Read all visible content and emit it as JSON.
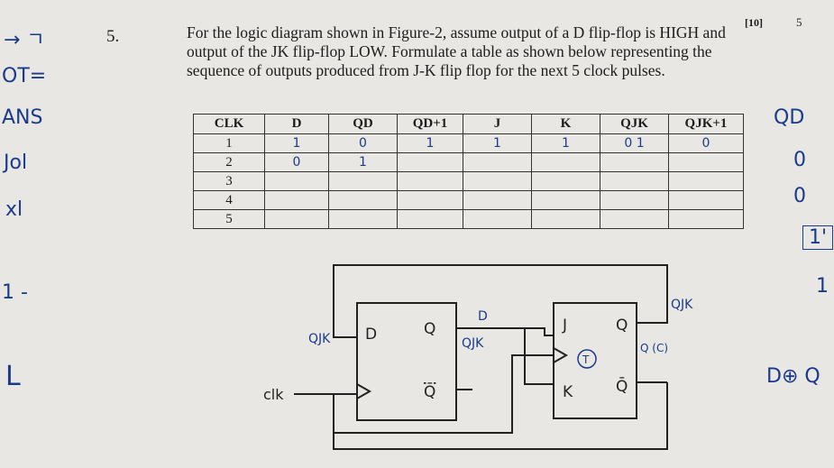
{
  "question": {
    "number": "5.",
    "text": "For the logic diagram shown in Figure-2, assume output of a D flip-flop is HIGH and output of the JK flip-flop LOW. Formulate a table as shown below representing the sequence of outputs produced from J-K flip flop for the next 5 clock pulses.",
    "marks": "[10]",
    "page_number": "5"
  },
  "table": {
    "headers": [
      "CLK",
      "D",
      "QD",
      "QD+1",
      "J",
      "K",
      "QJK",
      "QJK+1"
    ],
    "rows": [
      [
        "1",
        "1",
        "0",
        "1",
        "1",
        "1",
        "0 1",
        "0"
      ],
      [
        "2",
        "0",
        "1",
        "",
        "",
        "",
        "",
        ""
      ],
      [
        "3",
        "",
        "",
        "",
        "",
        "",
        "",
        ""
      ],
      [
        "4",
        "",
        "",
        "",
        "",
        "",
        "",
        ""
      ],
      [
        "5",
        "",
        "",
        "",
        "",
        "",
        "",
        ""
      ]
    ]
  },
  "diagram": {
    "d_ff_input": "D",
    "d_ff_q": "Q",
    "d_ff_qbar": "Q̄",
    "jk_j": "J",
    "jk_k": "K",
    "jk_q": "Q",
    "jk_qbar": "Q̄",
    "clock_label": "clk",
    "hand_d_input_note": "QJK",
    "hand_d_q_note": "D",
    "hand_d_q_note2": "QJK",
    "hand_jk_q_note": "QJK",
    "hand_jk_q_note2": "Q (C)",
    "hand_circle_t": "T"
  },
  "margin_notes": {
    "left": [
      "→ ㄱ",
      "OT=",
      "ANS",
      "Jol",
      "xl",
      "1 -",
      "L"
    ],
    "right": [
      "QD",
      "0",
      "0",
      "1'",
      "1",
      "D⊕ Q"
    ]
  }
}
